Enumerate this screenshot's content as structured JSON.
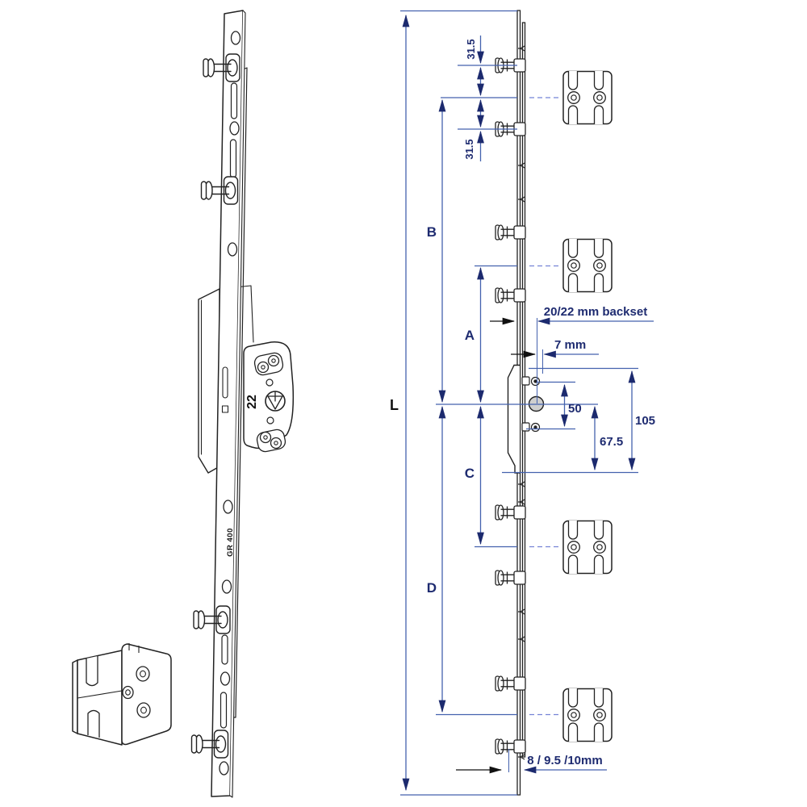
{
  "illustration": {
    "gearbox_marking": "22",
    "rail_marking": "GR 400"
  },
  "dims": {
    "overall_length": "L",
    "spacing_upper": "31.5",
    "spacing_lower": "31.5",
    "b": "B",
    "a": "A",
    "c": "C",
    "d": "D",
    "backset": "20/22 mm backset",
    "spindle_offset": "7 mm",
    "fixing_spacing": "50",
    "centre_to_bottom": "67.5",
    "gearbox_height": "105",
    "faceplate_width": "8 / 9.5 /10mm"
  },
  "colors": {
    "dimension_line": "#4462ae",
    "dimension_text": "#1e2b70",
    "dashed_line": "#7583d6",
    "line_art": "#222222"
  }
}
